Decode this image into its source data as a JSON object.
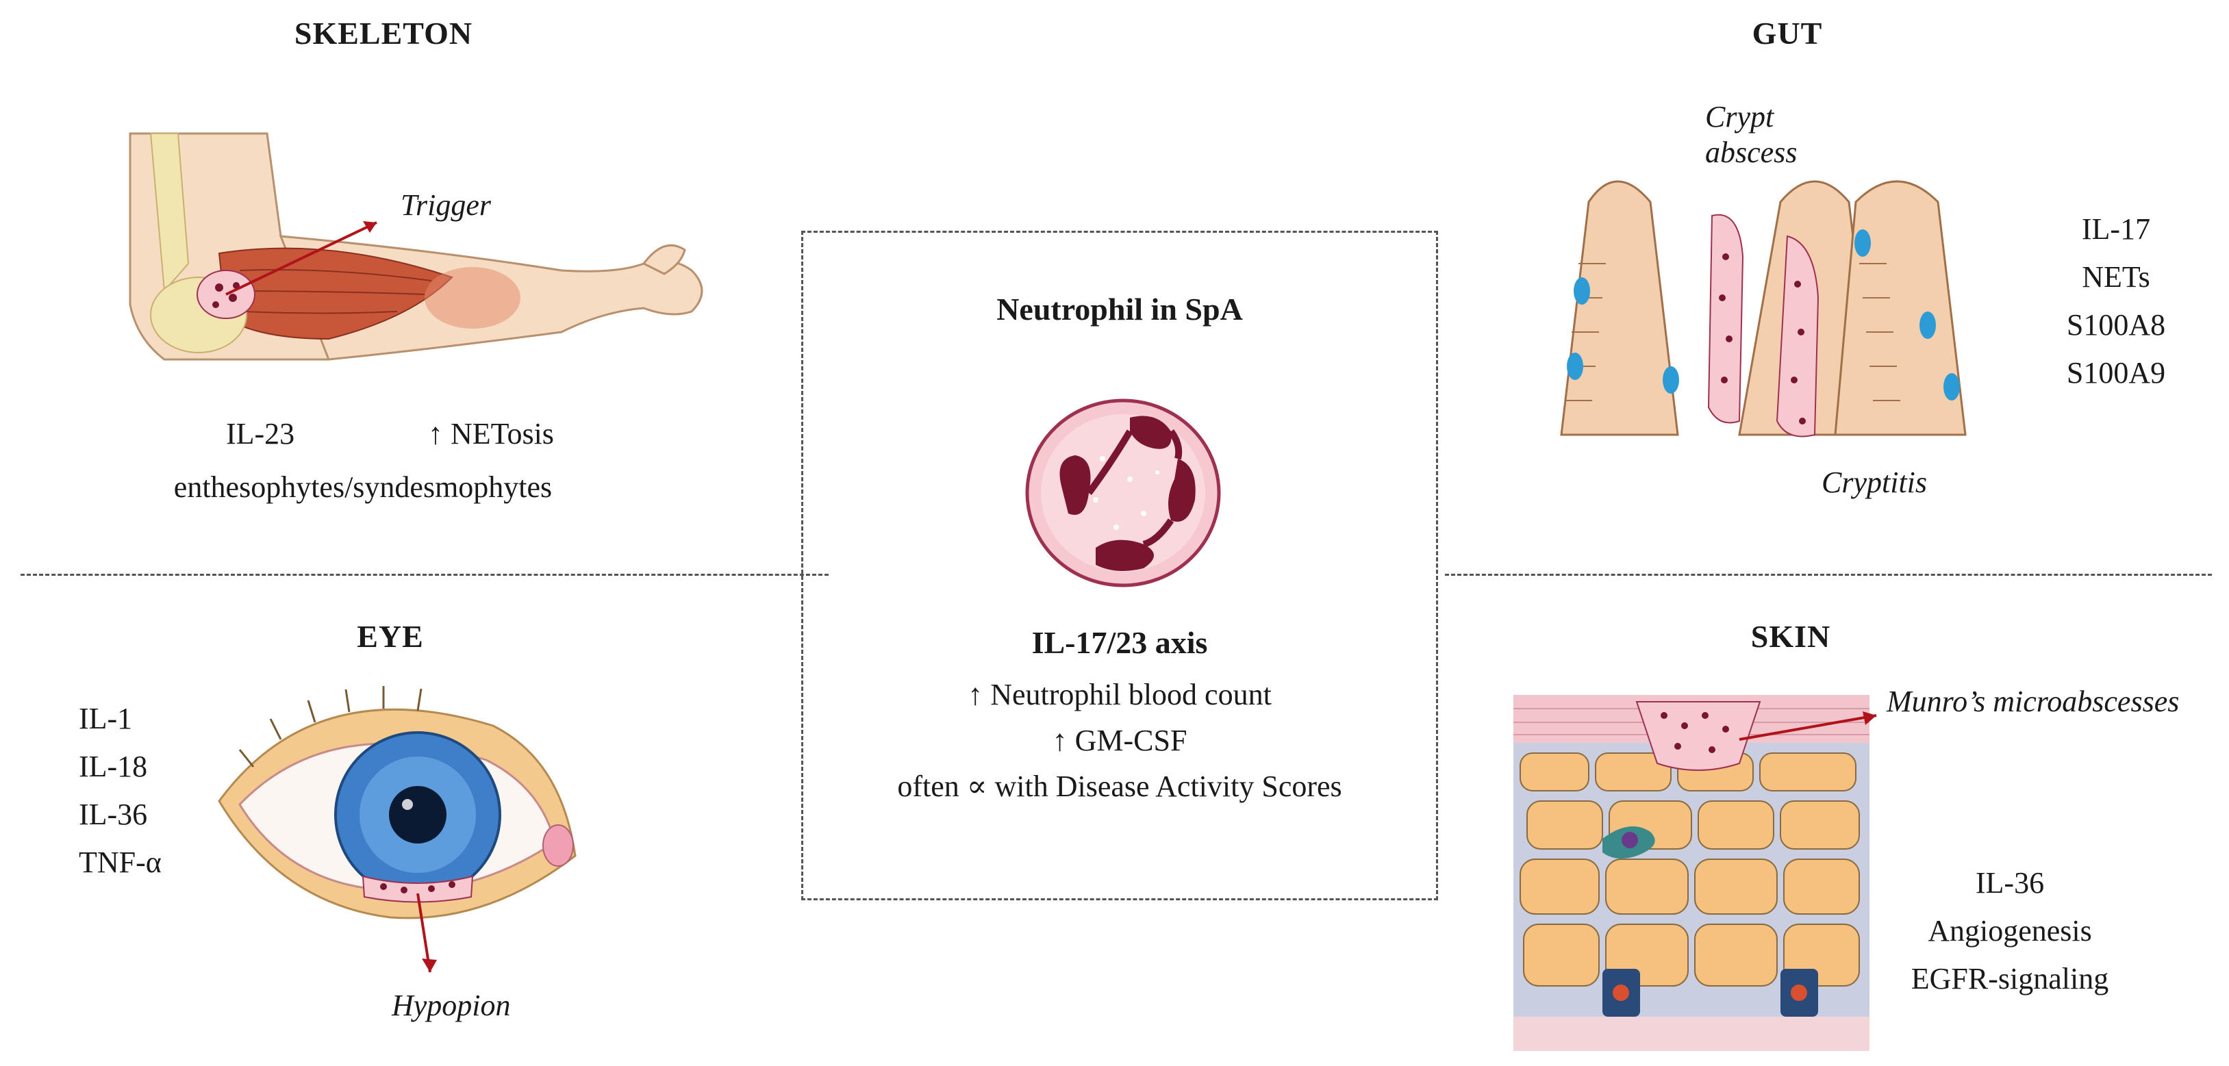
{
  "center": {
    "title": "Neutrophil in SpA",
    "axis": "IL-17/23 axis",
    "lines": [
      "↑ Neutrophil blood count",
      "↑ GM-CSF",
      "often ∝ with Disease Activity Scores"
    ]
  },
  "skeleton": {
    "title": "SKELETON",
    "callout": "Trigger",
    "left_label": "IL-23",
    "right_label": "↑ NETosis",
    "bottom_label": "enthesophytes/syndesmophytes"
  },
  "gut": {
    "title": "GUT",
    "callout_top": "Crypt abscess",
    "callout_top_line1": "Crypt",
    "callout_top_line2": "abscess",
    "callout_bottom": "Cryptitis",
    "mediators": [
      "IL-17",
      "NETs",
      "S100A8",
      "S100A9"
    ]
  },
  "eye": {
    "title": "EYE",
    "callout": "Hypopion",
    "mediators": [
      "IL-1",
      "IL-18",
      "IL-36",
      "TNF-α"
    ]
  },
  "skin": {
    "title": "SKIN",
    "callout": "Munro’s microabscesses",
    "mediators": [
      "IL-36",
      "Angiogenesis",
      "EGFR-signaling"
    ]
  },
  "colors": {
    "arrow": "#b0131a",
    "neutrophil_cytoplasm": "#f6c9d0",
    "neutrophil_nucleus": "#7a1530",
    "skin_tone": "#f7dcc4",
    "muscle": "#c8573a",
    "iris": "#3f7fc9",
    "epithelium": "#f3cfae",
    "goblet": "#2d9bd6",
    "keratinocyte": "#f6c07e"
  },
  "icons": [
    "elbow-illustration",
    "neutrophil-illustration",
    "gut-crypt-illustration",
    "eye-illustration",
    "skin-layers-illustration"
  ]
}
